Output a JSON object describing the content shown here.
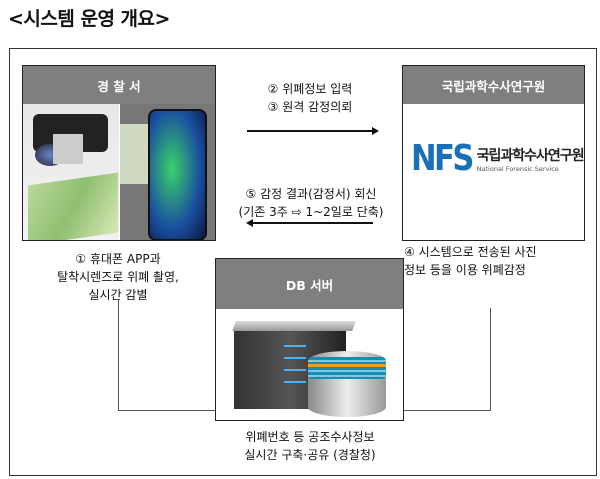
{
  "title": "<시스템 운영 개요>",
  "police": {
    "header": "경 찰 서",
    "caption": [
      "① 휴대폰 APP과",
      "탈착시렌즈로 위폐 촬영,",
      "실시간 감별"
    ]
  },
  "nfs": {
    "header": "국립과학수사연구원",
    "logo_letters": "NFS",
    "logo_korean": "국립과학수사연구원",
    "logo_english": "National Forensic Service",
    "caption": [
      "④ 시스템으로 전송된 사진",
      "정보 등을 이용 위폐감정"
    ]
  },
  "arrow_right": {
    "lines": [
      "② 위폐정보 입력",
      "③ 원격 감정의뢰"
    ]
  },
  "arrow_left": {
    "lines": [
      "⑤ 감정 결과(감정서) 회신",
      "(기존 3주 ⇨ 1~2일로 단축)"
    ]
  },
  "db": {
    "header": "DB 서버",
    "caption": [
      "위폐번호 등 공조수사정보",
      "실시간 구축·공유 (경찰청)"
    ]
  }
}
